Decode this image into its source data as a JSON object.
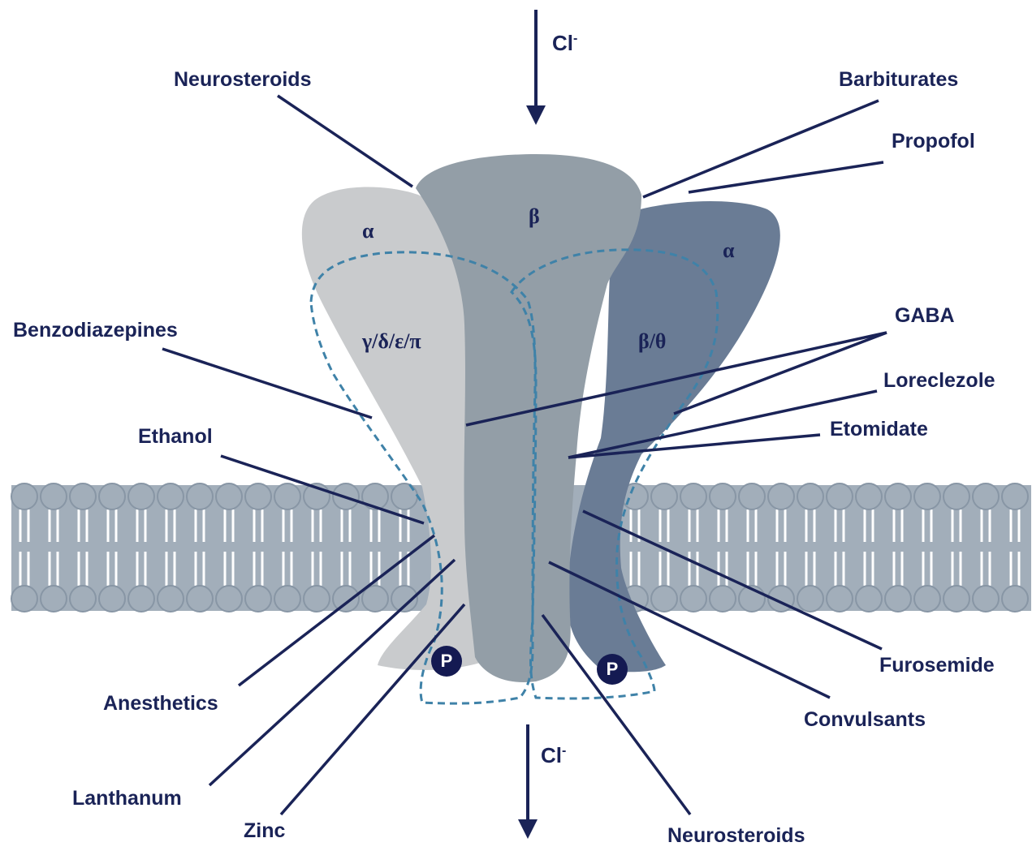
{
  "ion": {
    "symbol": "Cl",
    "charge": "-"
  },
  "subunits": {
    "left_alpha": "α",
    "center_beta": "β",
    "right_alpha": "α",
    "left_variant": "γ/δ/ε/π",
    "right_variant": "β/θ"
  },
  "phosphorylation_label": "P",
  "binding_sites": {
    "neurosteroids_top": "Neurosteroids",
    "barbiturates": "Barbiturates",
    "propofol": "Propofol",
    "benzodiazepines": "Benzodiazepines",
    "gaba": "GABA",
    "loreclezole": "Loreclezole",
    "etomidate": "Etomidate",
    "ethanol": "Ethanol",
    "anesthetics": "Anesthetics",
    "lanthanum": "Lanthanum",
    "zinc": "Zinc",
    "neurosteroids_bottom": "Neurosteroids",
    "furosemide": "Furosemide",
    "convulsants": "Convulsants"
  },
  "colors": {
    "label_navy": "#1a2357",
    "left_subunit": "#c9cbcd",
    "center_subunit": "#939ea7",
    "right_subunit": "#6a7c95",
    "membrane": "#a2aeba",
    "dashed_outline": "#3f82a8"
  }
}
